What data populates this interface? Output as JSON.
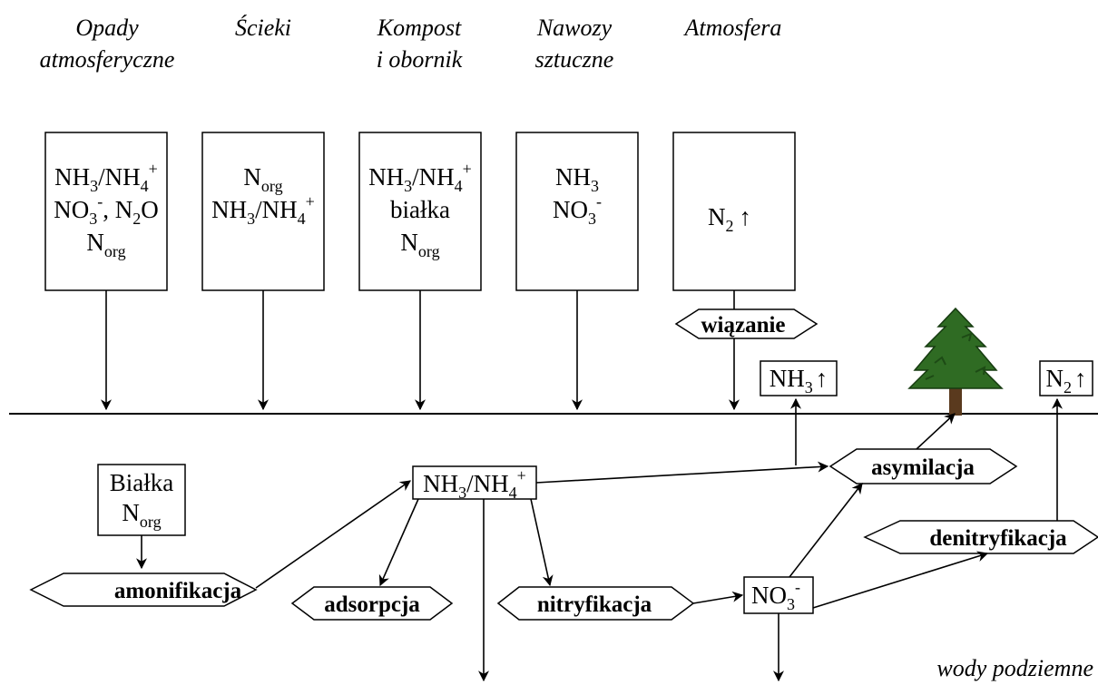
{
  "sources": {
    "opady": [
      "Opady",
      "atmosferyczne"
    ],
    "scieki": [
      "Ścieki"
    ],
    "kompost": [
      "Kompost",
      "i obornik"
    ],
    "nawozy": [
      "Nawozy",
      "sztuczne"
    ],
    "atmosfera": [
      "Atmosfera"
    ]
  },
  "boxes": {
    "opady_nh3": "NH",
    "opady_sub3": "3",
    "opady_slash": "/NH",
    "opady_sub4": "4",
    "opady_plus": "+",
    "opady_no": "NO",
    "opady_no_sub": "3",
    "opady_no_sup": "-",
    "opady_n2o_a": ", N",
    "opady_n2o_sub": "2",
    "opady_n2o_b": "O",
    "opady_norg": "N",
    "opady_norg_sub": "org",
    "scieki_norg": "N",
    "scieki_norg_sub": "org",
    "scieki_nh3": "NH",
    "scieki_sub3": "3",
    "scieki_slash": "/NH",
    "scieki_sub4": "4",
    "scieki_plus": "+",
    "kompost_nh3": "NH",
    "kompost_sub3": "3",
    "kompost_slash": "/NH",
    "kompost_sub4": "4",
    "kompost_plus": "+",
    "kompost_bialka": "białka",
    "kompost_norg": "N",
    "kompost_norg_sub": "org",
    "nawozy_nh3": "NH",
    "nawozy_sub3": "3",
    "nawozy_no": "NO",
    "nawozy_no_sub": "3",
    "nawozy_no_sup": "-",
    "atm_n": "N",
    "atm_sub2": "2",
    "atm_arrow": "↑"
  },
  "soil": {
    "bialka_label": "Białka",
    "bialka_n": "N",
    "bialka_n_sub": "org",
    "nh_box_a": "NH",
    "nh_box_sub3": "3",
    "nh_box_b": "/NH",
    "nh_box_sub4": "4",
    "nh_box_plus": "+",
    "no3_a": "NO",
    "no3_sub": "3",
    "no3_sup": "-",
    "nh3_gas_a": "NH",
    "nh3_gas_sub": "3",
    "nh3_gas_arrow": "↑",
    "n2_gas_a": "N",
    "n2_gas_sub": "2",
    "n2_gas_arrow": "↑"
  },
  "processes": {
    "wiazanie": "wiązanie",
    "asymilacja": "asymilacja",
    "denitryfikacja": "denitryfikacja",
    "amonifikacja": "amonifikacja",
    "adsorpcja": "adsorpcja",
    "nitryfikacja": "nitryfikacja"
  },
  "water_label": "wody podziemne",
  "icons": {
    "tree": "tree-icon"
  }
}
